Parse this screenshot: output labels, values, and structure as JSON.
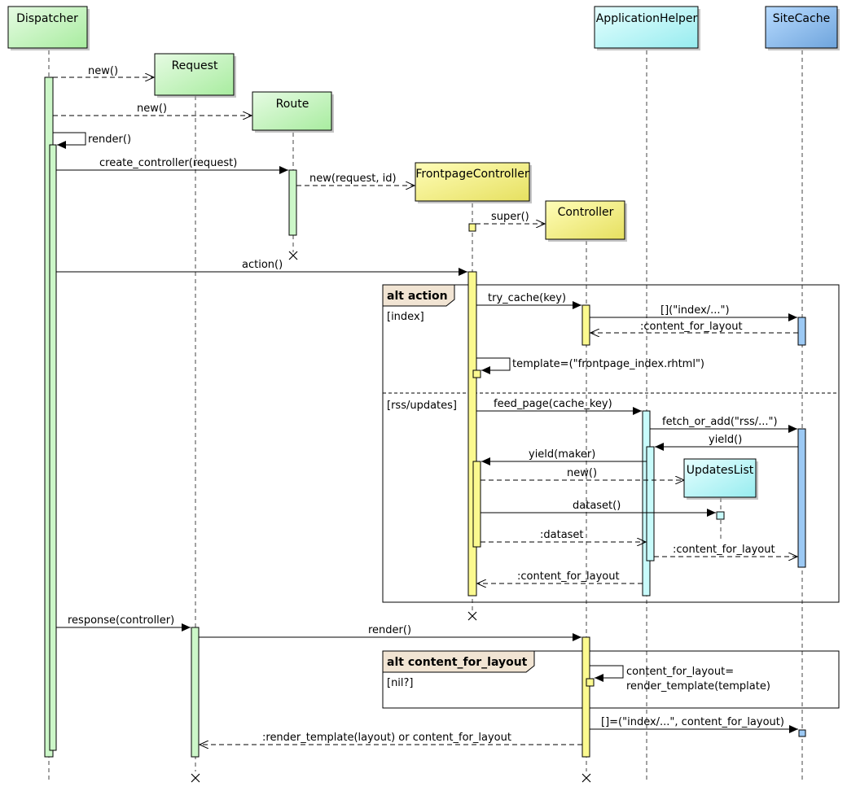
{
  "colors": {
    "green": "#ccf7c8",
    "yellow": "#fbf98f",
    "cyan": "#c8fbfb",
    "blue": "#9cc9f4",
    "frame_tag": "#f1e4d3"
  },
  "participants": {
    "dispatcher": "Dispatcher",
    "request": "Request",
    "route": "Route",
    "frontpage_controller": "FrontpageController",
    "controller": "Controller",
    "application_helper": "ApplicationHelper",
    "site_cache": "SiteCache",
    "updates_list": "UpdatesList"
  },
  "messages": {
    "m1": "new()",
    "m2": "new()",
    "m3": "render()",
    "m4": "create_controller(request)",
    "m5": "new(request, id)",
    "m6": "super()",
    "m7": "action()",
    "m8": "try_cache(key)",
    "m9": "[](\"index/...\")",
    "m10": ":content_for_layout",
    "m11": "template=(\"frontpage_index.rhtml\")",
    "m12": "feed_page(cache_key)",
    "m13": "fetch_or_add(\"rss/...\")",
    "m14": "yield()",
    "m15": "yield(maker)",
    "m16": "new()",
    "m17": "dataset()",
    "m18": ":dataset",
    "m19": ":content_for_layout",
    "m20": ":content_for_layout",
    "m21": "response(controller)",
    "m22": "render()",
    "m23a": "content_for_layout=",
    "m23b": "render_template(template)",
    "m24": "[]=(\"index/...\", content_for_layout)",
    "m25": ":render_template(layout) or content_for_layout"
  },
  "fragments": {
    "alt1": {
      "tag": "alt action",
      "guard1": "[index]",
      "guard2": "[rss/updates]"
    },
    "alt2": {
      "tag": "alt content_for_layout",
      "guard1": "[nil?]"
    }
  }
}
